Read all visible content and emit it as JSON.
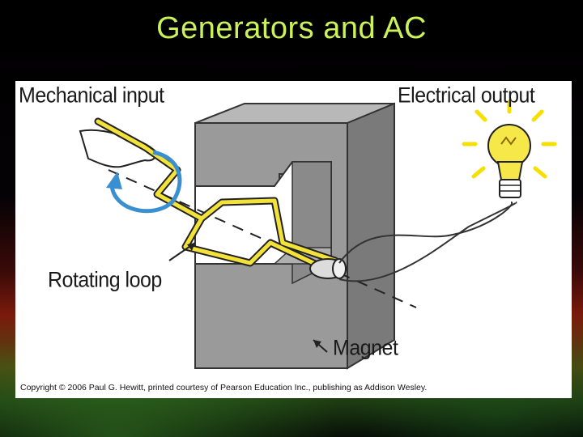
{
  "slide": {
    "title": "Generators and AC"
  },
  "figure": {
    "labels": {
      "mechanical_input": "Mechanical input",
      "electrical_output": "Electrical output",
      "rotating_loop": "Rotating loop",
      "magnet": "Magnet"
    },
    "copyright": "Copyright © 2006 Paul G. Hewitt, printed courtesy of Pearson Education Inc., publishing as Addison Wesley.",
    "colors": {
      "magnet_face": "#9a9a9a",
      "magnet_side": "#7a7a7a",
      "magnet_top": "#b8b8b8",
      "loop": "#f2e23a",
      "arrow": "#3a8fd0",
      "bulb": "#f7e84a",
      "rays": "#f5e000"
    }
  }
}
